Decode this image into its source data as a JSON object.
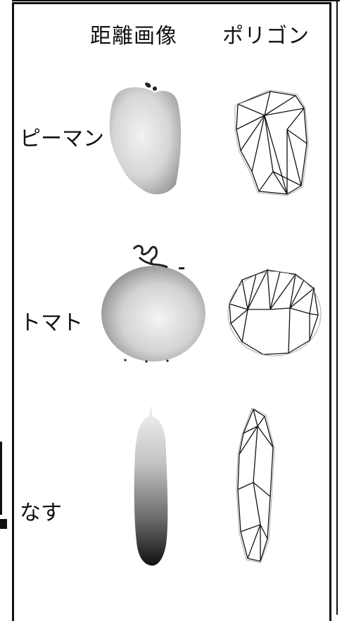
{
  "headers": {
    "range_image": "距離画像",
    "polygon": "ポリゴン"
  },
  "rows": [
    {
      "label": "ピーマン",
      "image": "pepper-range-image",
      "polygon": "pepper-polygon"
    },
    {
      "label": "トマト",
      "image": "tomato-range-image",
      "polygon": "tomato-polygon"
    },
    {
      "label": "なす",
      "image": "eggplant-range-image",
      "polygon": "eggplant-polygon"
    }
  ]
}
